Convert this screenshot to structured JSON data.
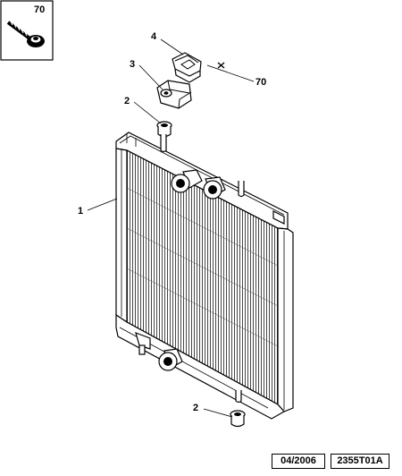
{
  "callouts": {
    "screw_inset": "70",
    "bracket_top": "4",
    "bracket": "3",
    "screw_pointer": "70",
    "grommet_top": "2",
    "radiator": "1",
    "grommet_bottom": "2"
  },
  "footer": {
    "date": "04/2006",
    "reference": "2355T01A"
  }
}
